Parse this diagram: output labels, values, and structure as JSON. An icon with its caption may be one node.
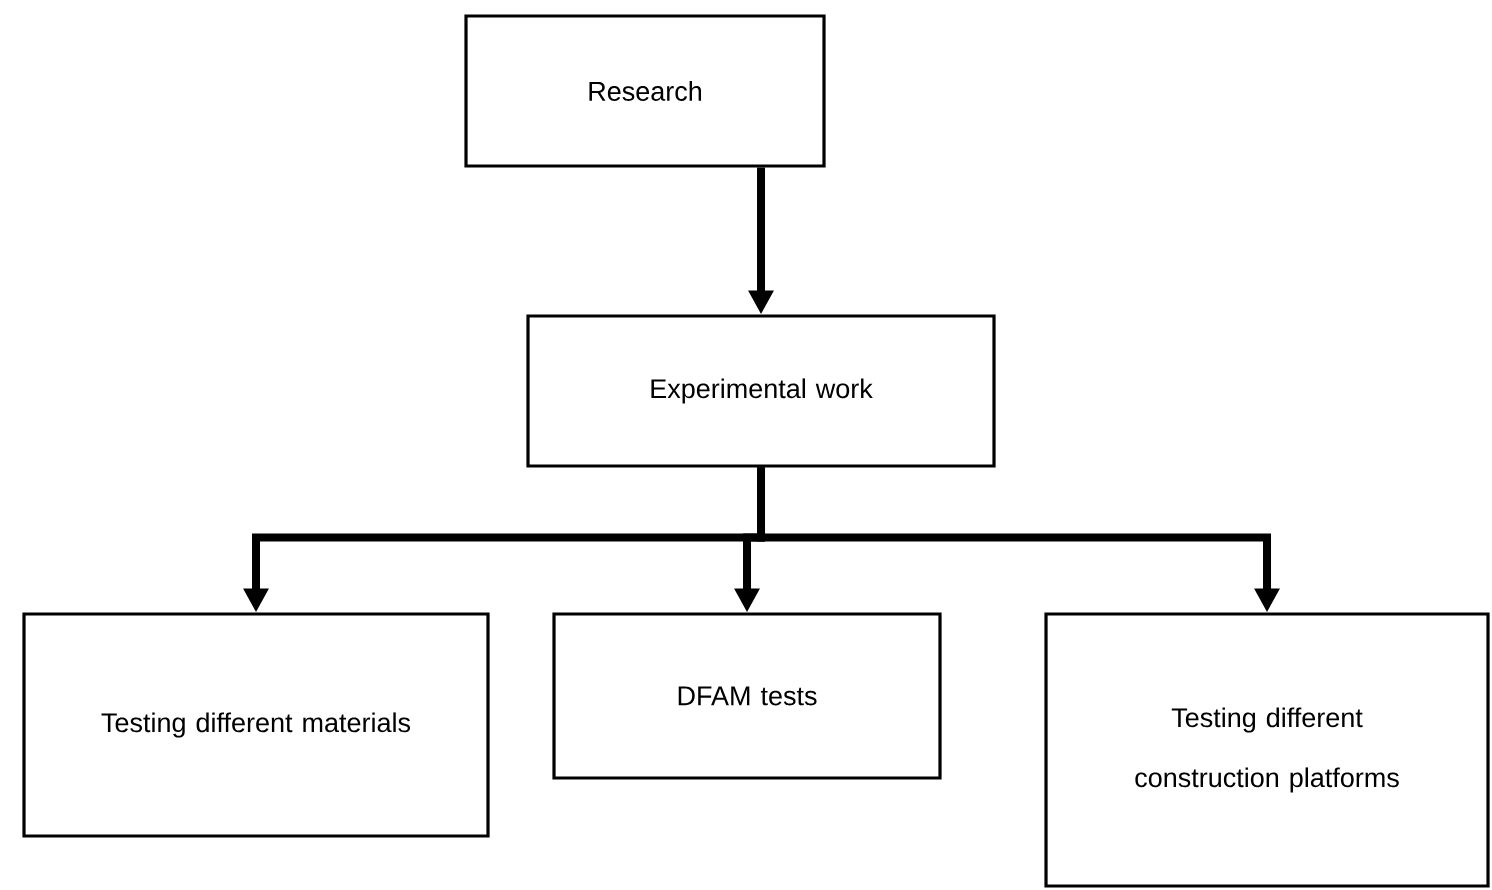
{
  "diagram": {
    "nodes": [
      {
        "text": [
          "Research"
        ]
      },
      {
        "text": [
          "Experimental work"
        ]
      },
      {
        "text": [
          "Testing different materials"
        ]
      },
      {
        "text": [
          "DFAM tests"
        ]
      },
      {
        "text": [
          "Testing different construction platforms"
        ]
      }
    ],
    "edges": [
      {
        "from": 0,
        "to": 1,
        "arrow": "to"
      },
      {
        "from": 1,
        "to": 2,
        "arrow": "to"
      },
      {
        "from": 1,
        "to": 3,
        "arrow": "to"
      },
      {
        "from": 1,
        "to": 4,
        "arrow": "to"
      }
    ]
  }
}
